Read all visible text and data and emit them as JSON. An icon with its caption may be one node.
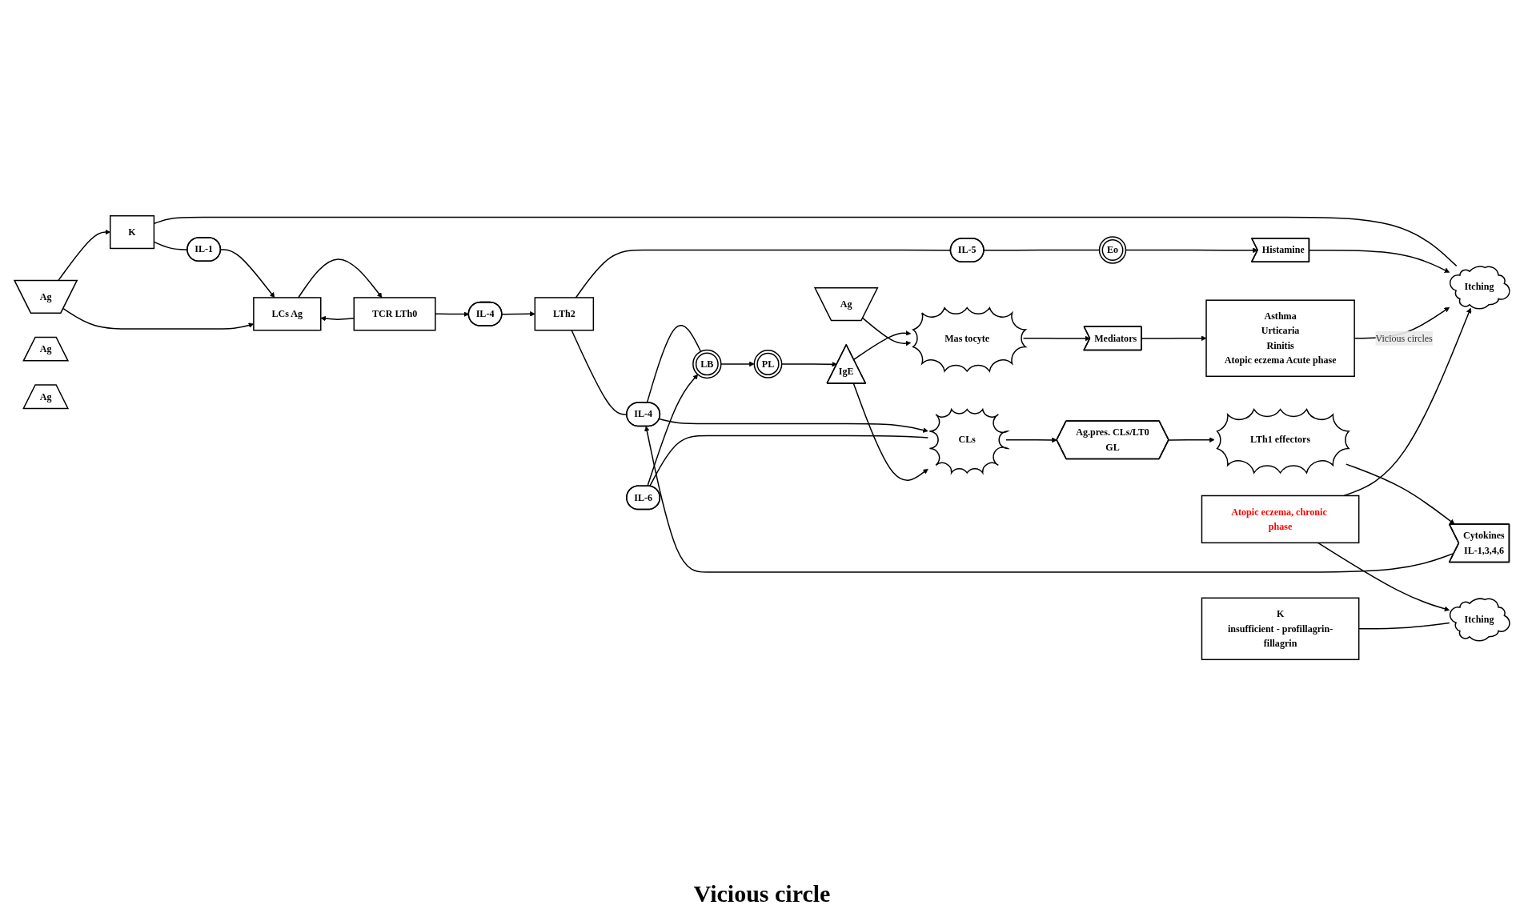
{
  "diagram": {
    "nodes": [
      {
        "text": [
          "Itching"
        ]
      },
      {
        "text": [
          "K"
        ]
      },
      {
        "text": [
          "IL-1"
        ]
      },
      {
        "text": [
          "Ag"
        ]
      },
      {
        "text": [
          "LCs Ag"
        ]
      },
      {
        "text": [
          "TCR LTh0"
        ]
      },
      {
        "text": [
          "IL-4"
        ]
      },
      {
        "text": [
          "LTh2"
        ]
      },
      {
        "text": [
          "IL-5"
        ]
      },
      {
        "text": [
          "Eo"
        ]
      },
      {
        "text": [
          "Histamine"
        ]
      },
      {
        "text": [
          "Asthma",
          "Urticaria",
          "Rinitis",
          "Atopic eczema Acute phase"
        ]
      },
      {
        "text": [
          "Ag"
        ]
      },
      {
        "text": [
          "LB"
        ]
      },
      {
        "text": [
          "PL"
        ]
      },
      {
        "text": [
          "IgE"
        ]
      },
      {
        "text": [
          "Mas tocyte"
        ]
      },
      {
        "text": [
          "Mediators"
        ]
      },
      {
        "text": [
          "IL-4"
        ]
      },
      {
        "text": [
          "IL-6"
        ]
      },
      {
        "text": [
          "CLs"
        ]
      },
      {
        "text": [
          "Ag.pres. CLs/LT0",
          "GL"
        ]
      },
      {
        "text": [
          "LTh1 effectors"
        ]
      },
      {
        "text": [
          "Cytokines",
          "IL-1,3,4,6"
        ]
      },
      {
        "text": [
          "Atopic eczema, chronic phase"
        ]
      },
      {
        "text": [
          "Ag"
        ]
      },
      {
        "text": [
          "Ag"
        ]
      },
      {
        "text": [
          "K",
          "insufficient - profillagrin-fillagrin"
        ]
      },
      {
        "text": [
          "Itching"
        ]
      }
    ],
    "edges": [
      {
        "from": 1,
        "to": 0,
        "arrow": "none"
      },
      {
        "from": 1,
        "to": 2,
        "arrow": "none"
      },
      {
        "from": 2,
        "to": 4,
        "arrow": "to"
      },
      {
        "from": 3,
        "to": 1,
        "arrow": "to"
      },
      {
        "from": 3,
        "to": 4,
        "arrow": "to"
      },
      {
        "from": 4,
        "to": 5,
        "arrow": "to"
      },
      {
        "from": 5,
        "to": 4,
        "arrow": "to"
      },
      {
        "from": 5,
        "to": 6,
        "arrow": "to"
      },
      {
        "from": 6,
        "to": 7,
        "arrow": "to"
      },
      {
        "from": 7,
        "to": 8,
        "arrow": "none"
      },
      {
        "from": 7,
        "to": 18,
        "arrow": "none"
      },
      {
        "from": 8,
        "to": 9,
        "arrow": "none"
      },
      {
        "from": 9,
        "to": 10,
        "arrow": "to"
      },
      {
        "from": 10,
        "to": 0,
        "arrow": "to"
      },
      {
        "from": 11,
        "to": 0,
        "label": "Vicious circles",
        "arrow": "to"
      },
      {
        "from": 24,
        "to": 0,
        "arrow": "to"
      },
      {
        "from": 18,
        "to": 13,
        "arrow": "none"
      },
      {
        "from": 18,
        "to": 20,
        "arrow": "to"
      },
      {
        "from": 19,
        "to": 13,
        "arrow": "to"
      },
      {
        "from": 19,
        "to": 20,
        "arrow": "none"
      },
      {
        "from": 13,
        "to": 14,
        "arrow": "to"
      },
      {
        "from": 14,
        "to": 15,
        "arrow": "to"
      },
      {
        "from": 15,
        "to": 16,
        "arrow": "to"
      },
      {
        "from": 12,
        "to": 16,
        "arrow": "to"
      },
      {
        "from": 16,
        "to": 17,
        "arrow": "to"
      },
      {
        "from": 17,
        "to": 11,
        "arrow": "to"
      },
      {
        "from": 15,
        "to": 20,
        "arrow": "to"
      },
      {
        "from": 20,
        "to": 21,
        "arrow": "to"
      },
      {
        "from": 21,
        "to": 22,
        "arrow": "to"
      },
      {
        "from": 22,
        "to": 23,
        "arrow": "to"
      },
      {
        "from": 24,
        "to": 28,
        "arrow": "to"
      },
      {
        "from": 27,
        "to": 28,
        "arrow": "none"
      },
      {
        "from": 23,
        "to": 18,
        "arrow": "to"
      }
    ],
    "labels": [
      "Vicious circle"
    ]
  }
}
